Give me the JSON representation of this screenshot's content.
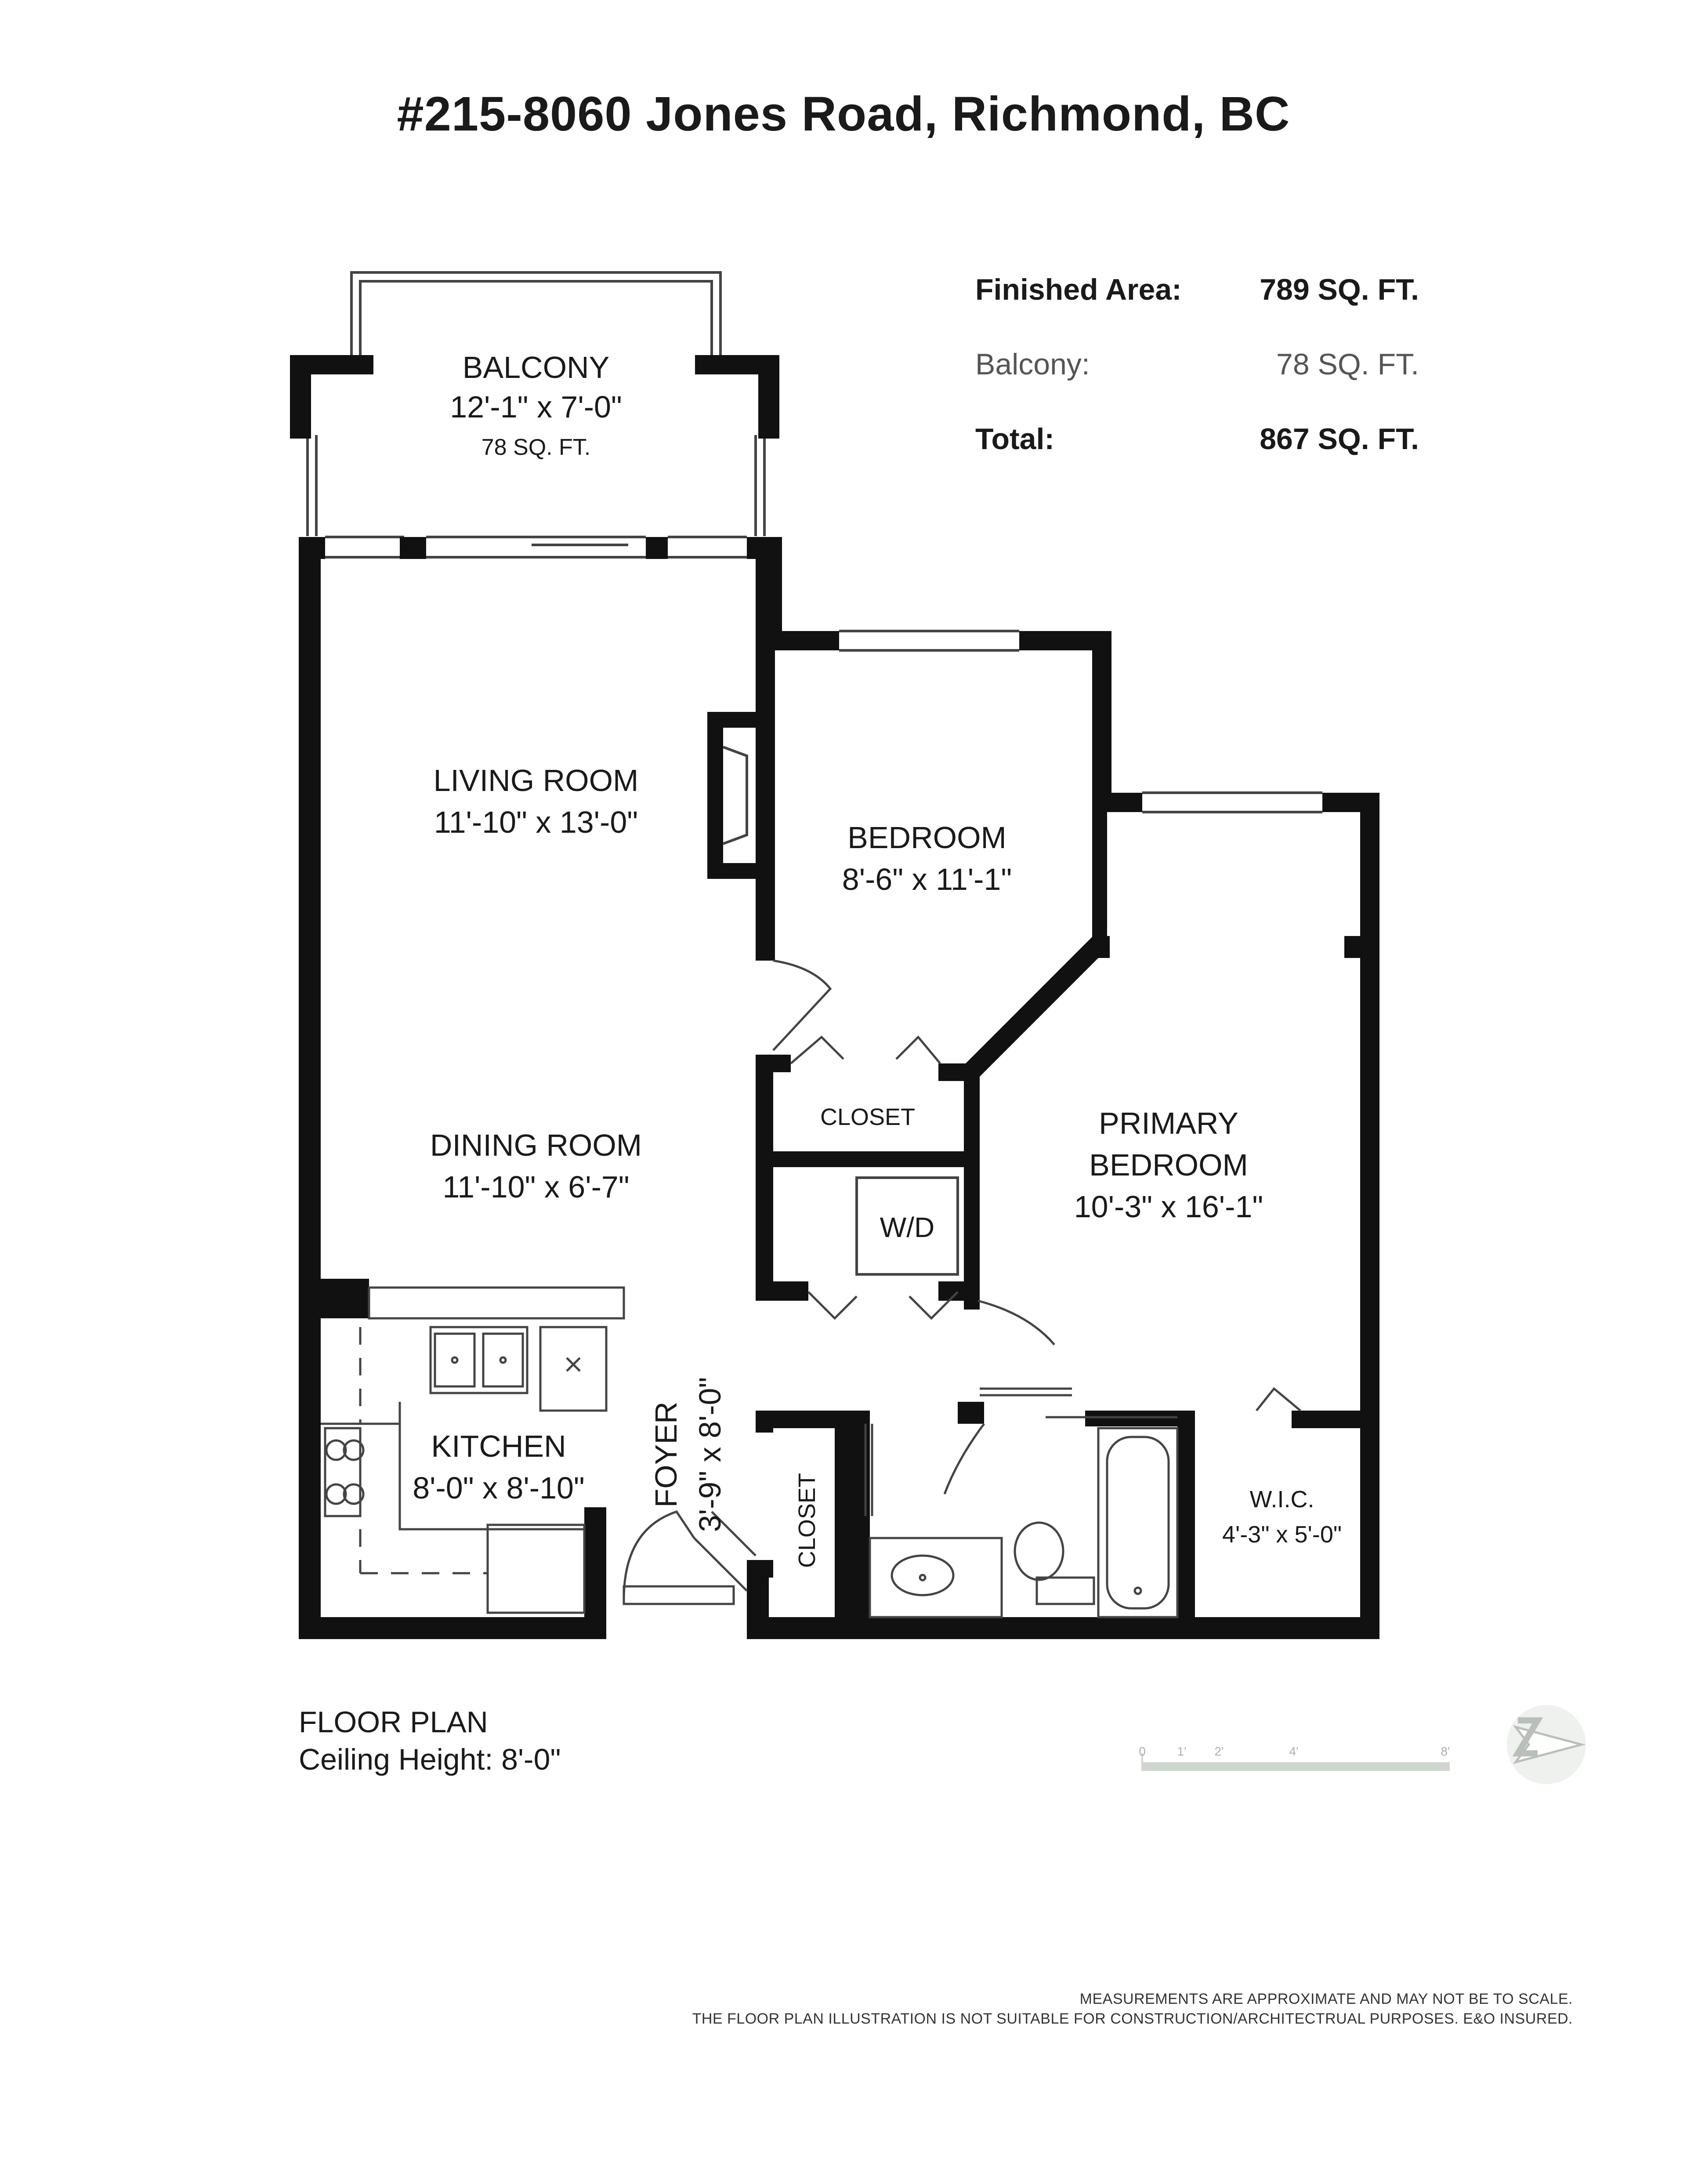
{
  "title": "#215-8060 Jones Road, Richmond, BC",
  "areas": {
    "finished": {
      "label": "Finished Area:",
      "value": "789 SQ. FT."
    },
    "balcony": {
      "label": "Balcony:",
      "value": "78 SQ. FT."
    },
    "total": {
      "label": "Total:",
      "value": "867 SQ. FT."
    }
  },
  "rooms": {
    "balcony": {
      "name": "BALCONY",
      "dims": "12'-1\" x 7'-0\"",
      "area": "78 SQ. FT."
    },
    "living": {
      "name": "LIVING ROOM",
      "dims": "11'-10\" x 13'-0\""
    },
    "bedroom": {
      "name": "BEDROOM",
      "dims": "8'-6\" x 11'-1\""
    },
    "closet1": {
      "name": "CLOSET"
    },
    "primary": {
      "name_line1": "PRIMARY",
      "name_line2": "BEDROOM",
      "dims": "10'-3\" x 16'-1\""
    },
    "dining": {
      "name": "DINING ROOM",
      "dims": "11'-10\" x 6'-7\""
    },
    "wd": {
      "name": "W/D"
    },
    "kitchen": {
      "name": "KITCHEN",
      "dims": "8'-0\" x 8'-10\""
    },
    "foyer": {
      "name": "FOYER",
      "dims": "3'-9\" x 8'-0\""
    },
    "closet2": {
      "name": "CLOSET"
    },
    "wic": {
      "name": "W.I.C.",
      "dims": "4'-3\" x 5'-0\""
    }
  },
  "footer": {
    "plan_label": "FLOOR PLAN",
    "ceiling": "Ceiling Height: 8'-0\"",
    "disclaimer_line1": "MEASUREMENTS ARE APPROXIMATE AND MAY NOT BE TO SCALE.",
    "disclaimer_line2": "THE FLOOR PLAN ILLUSTRATION IS NOT SUITABLE FOR CONSTRUCTION/ARCHITECTRUAL PURPOSES. E&O INSURED."
  },
  "scale_bar": {
    "ticks": [
      "0",
      "1'",
      "2'",
      "4'",
      "8'"
    ]
  },
  "colors": {
    "wall": "#111111",
    "line": "#444444",
    "scale": "#cfd6d0"
  },
  "icons": {
    "compass": "north-arrow-icon"
  }
}
